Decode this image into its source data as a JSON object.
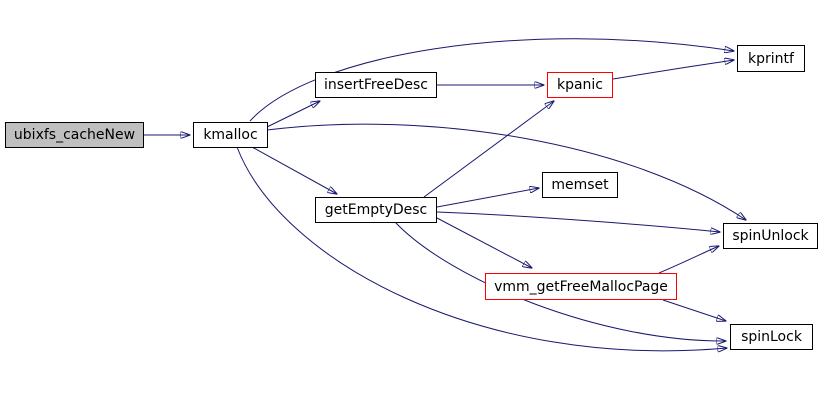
{
  "diagram": {
    "type": "call-graph",
    "background_color": "#ffffff",
    "edge_color": "#191970",
    "node_border_color": "#000000",
    "current_node_fill": "#bfbfbf",
    "truncated_node_border_color": "#ff0000",
    "nodes": {
      "ubixfs_cacheNew": {
        "label": "ubixfs_cacheNew",
        "type": "current"
      },
      "kmalloc": {
        "label": "kmalloc",
        "type": "normal"
      },
      "insertFreeDesc": {
        "label": "insertFreeDesc",
        "type": "normal"
      },
      "kpanic": {
        "label": "kpanic",
        "type": "truncated"
      },
      "kprintf": {
        "label": "kprintf",
        "type": "normal"
      },
      "getEmptyDesc": {
        "label": "getEmptyDesc",
        "type": "normal"
      },
      "memset": {
        "label": "memset",
        "type": "normal"
      },
      "spinUnlock": {
        "label": "spinUnlock",
        "type": "normal"
      },
      "vmm_getFreeMallocPage": {
        "label": "vmm_getFreeMallocPage",
        "type": "truncated"
      },
      "spinLock": {
        "label": "spinLock",
        "type": "normal"
      }
    },
    "edges": [
      {
        "from": "ubixfs_cacheNew",
        "to": "kmalloc"
      },
      {
        "from": "kmalloc",
        "to": "kprintf"
      },
      {
        "from": "kmalloc",
        "to": "insertFreeDesc"
      },
      {
        "from": "kmalloc",
        "to": "spinUnlock"
      },
      {
        "from": "kmalloc",
        "to": "getEmptyDesc"
      },
      {
        "from": "kmalloc",
        "to": "spinLock"
      },
      {
        "from": "insertFreeDesc",
        "to": "kpanic"
      },
      {
        "from": "kpanic",
        "to": "kprintf"
      },
      {
        "from": "getEmptyDesc",
        "to": "kpanic"
      },
      {
        "from": "getEmptyDesc",
        "to": "memset"
      },
      {
        "from": "getEmptyDesc",
        "to": "spinUnlock"
      },
      {
        "from": "getEmptyDesc",
        "to": "vmm_getFreeMallocPage"
      },
      {
        "from": "getEmptyDesc",
        "to": "spinLock"
      },
      {
        "from": "vmm_getFreeMallocPage",
        "to": "spinUnlock"
      },
      {
        "from": "vmm_getFreeMallocPage",
        "to": "spinLock"
      }
    ]
  }
}
